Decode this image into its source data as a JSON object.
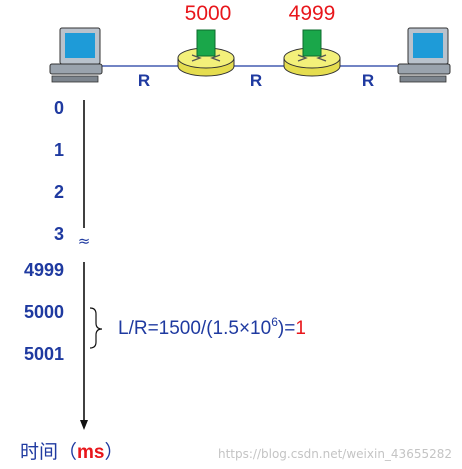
{
  "links": {
    "label": "R"
  },
  "packets": {
    "router1": "5000",
    "router2": "4999"
  },
  "time_ticks": [
    "0",
    "1",
    "2",
    "3",
    "4999",
    "5000",
    "5001"
  ],
  "break_symbol": "≈",
  "formula": {
    "text": "L/R=1500/(1.5×10",
    "exponent": "6",
    "close": ")=",
    "result": "1"
  },
  "axis": {
    "label": "时间（",
    "unit": "ms",
    "close": "）"
  },
  "watermark": "https://blog.csdn.net/weixin_43655282",
  "colors": {
    "blue_text": "#1f3aa0",
    "red_text": "#e8161b",
    "router": "#f3f07a",
    "packet": "#1aa74a"
  }
}
